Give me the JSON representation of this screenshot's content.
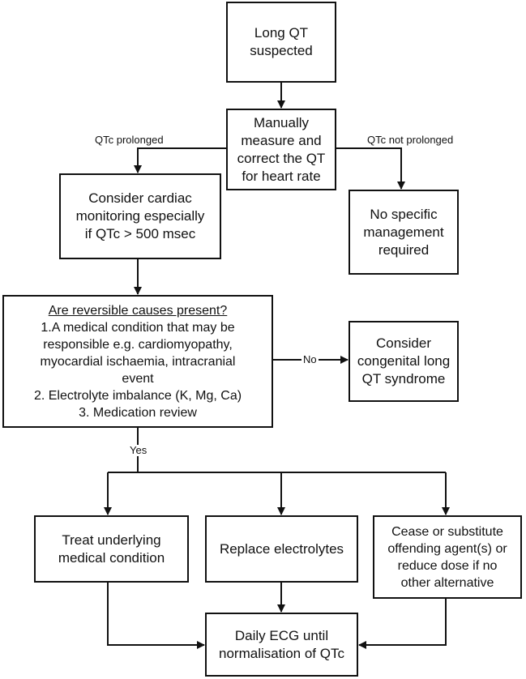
{
  "boxes": {
    "start": [
      "Long QT",
      "suspected"
    ],
    "measure": [
      "Manually",
      "measure and",
      "correct the QT",
      "for heart rate"
    ],
    "monitor": [
      "Consider cardiac",
      "monitoring especially",
      "if QTc > 500 msec"
    ],
    "no_management": [
      "No specific",
      "management",
      "required"
    ],
    "reversible": {
      "heading": "Are reversible causes present?",
      "lines": [
        "1.A medical condition that may be",
        "responsible e.g. cardiomyopathy,",
        "myocardial ischaemia, intracranial",
        "event",
        "2. Electrolyte imbalance (K, Mg, Ca)",
        "3. Medication review"
      ]
    },
    "congenital": [
      "Consider",
      "congenital long",
      "QT syndrome"
    ],
    "treat": [
      "Treat underlying",
      "medical condition"
    ],
    "replace": [
      "Replace electrolytes"
    ],
    "cease": [
      "Cease or substitute",
      "offending agent(s) or",
      "reduce dose if no",
      "other alternative"
    ],
    "daily": [
      "Daily ECG until",
      "normalisation of QTc"
    ]
  },
  "labels": {
    "prolonged": "QTc prolonged",
    "not_prolonged": "QTc not prolonged",
    "no": "No",
    "yes": "Yes"
  },
  "colors": {
    "line": "#111111",
    "box_border": "#111111",
    "background": "#ffffff"
  }
}
